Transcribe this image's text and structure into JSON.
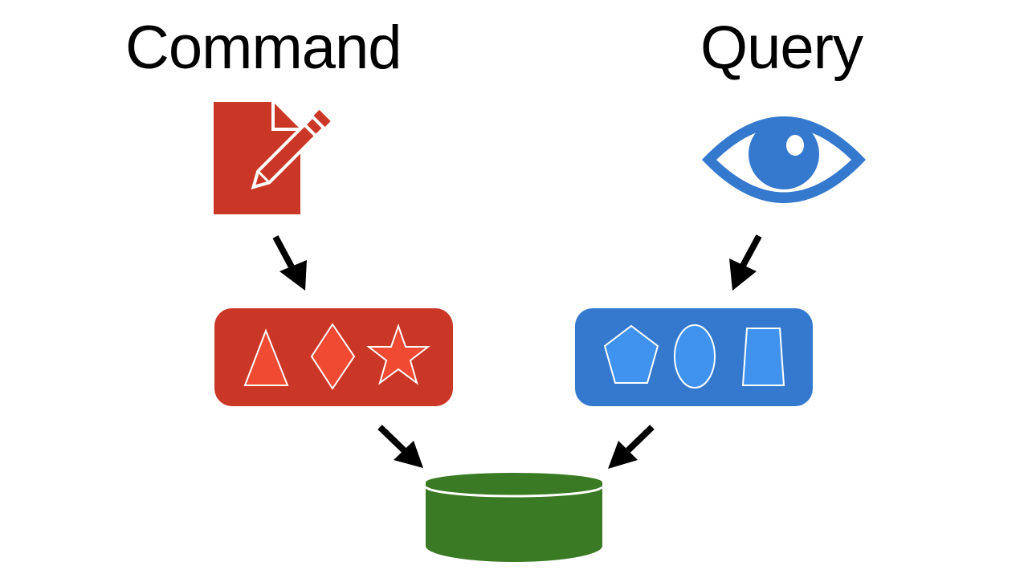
{
  "command": {
    "title": "Command",
    "icon": "edit-document-icon",
    "model_shapes": [
      "triangle",
      "diamond",
      "star"
    ]
  },
  "query": {
    "title": "Query",
    "icon": "eye-icon",
    "model_shapes": [
      "pentagon",
      "ellipse",
      "trapezoid"
    ]
  },
  "database": {
    "icon": "database-cylinder-icon"
  },
  "colors": {
    "command_red": "#cb3726",
    "command_shape_fill": "#f04a32",
    "query_blue": "#3479ce",
    "query_shape_fill": "#3f93ef",
    "database_green": "#3a7a24",
    "arrow": "#000000",
    "background": "#ffffff"
  }
}
